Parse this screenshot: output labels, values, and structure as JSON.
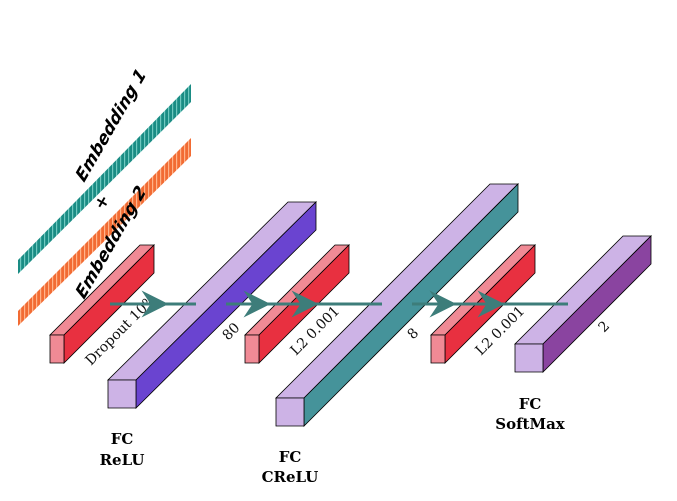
{
  "embedding": {
    "label1": "Embedding 1",
    "plus": "+",
    "label2": "Embedding 2",
    "color1": "#1a8c84",
    "color2": "#f26b33"
  },
  "layers": {
    "dropout_label": "Dropout 10%",
    "fc1_units": "80",
    "reg1_label": "L2 0.001",
    "fc2_units": "8",
    "reg2_label": "L2 0.001",
    "fc3_units": "2"
  },
  "captions": {
    "fc1_line1": "FC",
    "fc1_line2": "ReLU",
    "fc2_line1": "FC",
    "fc2_line2": "CReLU",
    "fc3_line1": "FC",
    "fc3_line2": "SoftMax"
  },
  "colors": {
    "red": "#e83040",
    "purple": "#6a44d0",
    "teal": "#45939a",
    "violet": "#8a44a0",
    "lavender": "#cdb3e6",
    "arrow": "#3d7d7a"
  }
}
